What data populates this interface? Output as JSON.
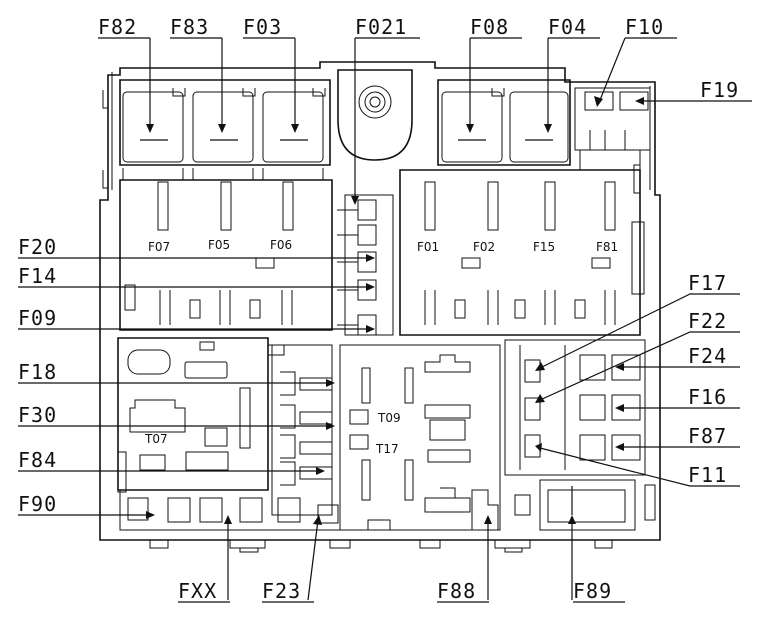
{
  "callouts": {
    "F82": "F82",
    "F83": "F83",
    "F03": "F03",
    "F021": "F021",
    "F08": "F08",
    "F04": "F04",
    "F10": "F10",
    "F19": "F19",
    "F20": "F20",
    "F14": "F14",
    "F09": "F09",
    "F18": "F18",
    "F30": "F30",
    "F84": "F84",
    "F90": "F90",
    "FXX": "FXX",
    "F23": "F23",
    "F88": "F88",
    "F89": "F89",
    "F17": "F17",
    "F22": "F22",
    "F24": "F24",
    "F16": "F16",
    "F87": "F87",
    "F11": "F11"
  },
  "inner_labels": {
    "F07": "F07",
    "F05": "F05",
    "F06": "F06",
    "F01": "F01",
    "F02": "F02",
    "F15": "F15",
    "F81": "F81",
    "T07": "T07",
    "T09": "T09",
    "T17": "T17"
  }
}
